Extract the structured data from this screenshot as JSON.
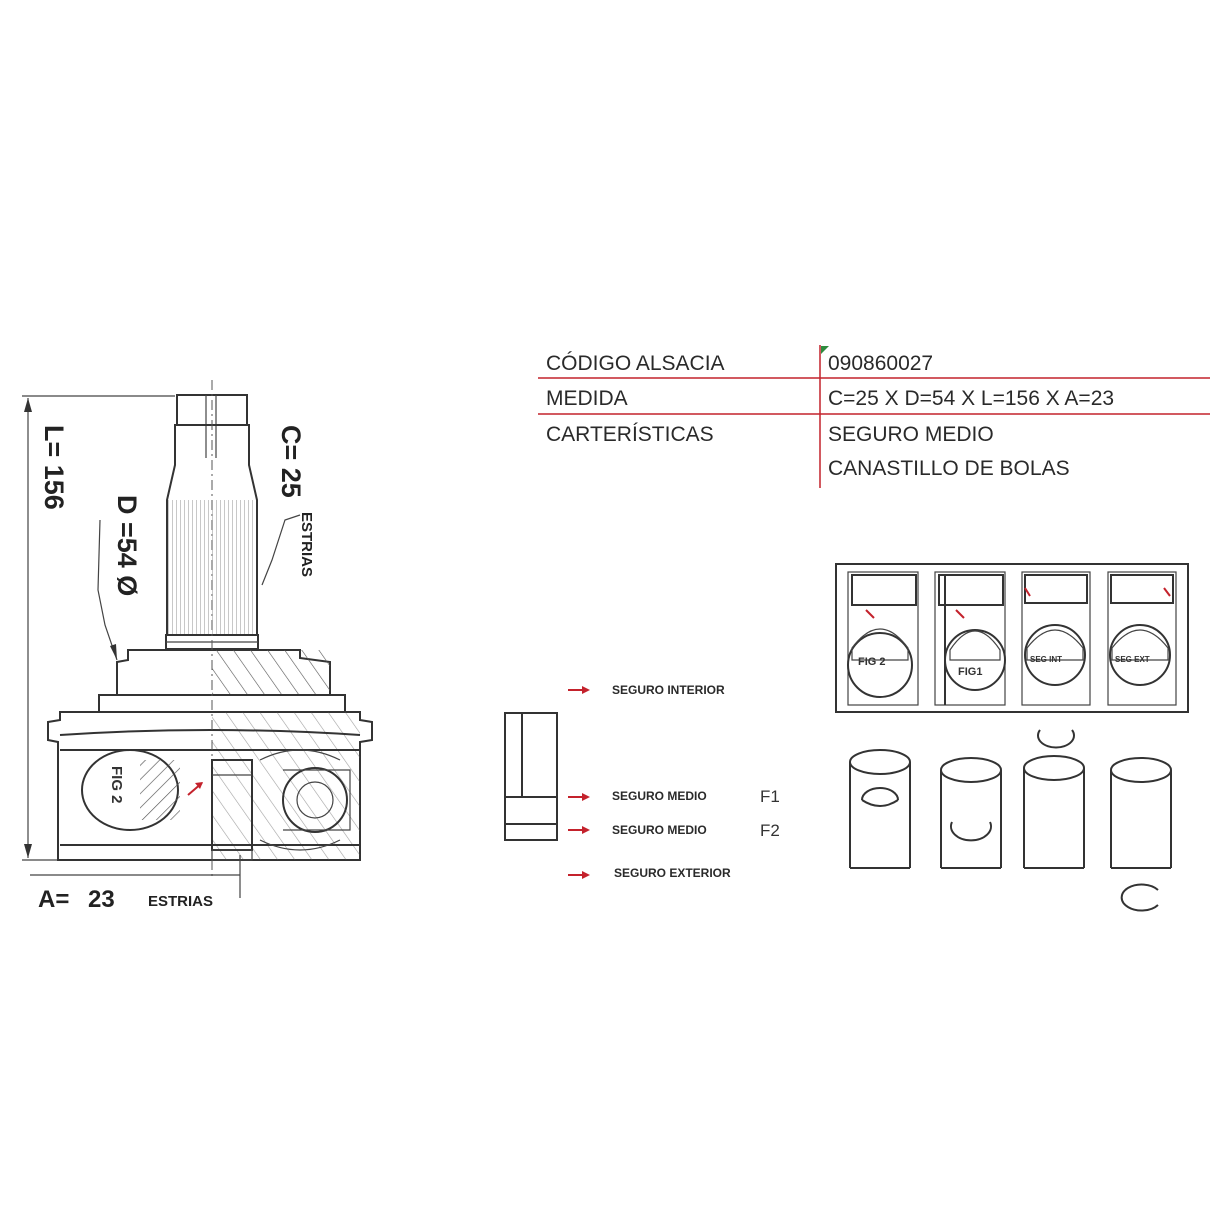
{
  "spec_table": {
    "rows": [
      {
        "label": "CÓDIGO ALSACIA",
        "value": "090860027"
      },
      {
        "label": "MEDIDA",
        "value": "C=25  X D=54 X L=156 X A=23"
      },
      {
        "label": "CARTERÍSTICAS",
        "value": "SEGURO MEDIO"
      },
      {
        "label": "",
        "value": "CANASTILLO DE BOLAS"
      }
    ],
    "line_color": "#c4222c"
  },
  "dimensions": {
    "L": "L= 156",
    "C": "C= 25",
    "C_unit": "ESTRIAS",
    "D": "D =54 Ø",
    "A": "A=",
    "A_value": "23",
    "A_unit": "ESTRIAS",
    "fig_label": "FIG 2"
  },
  "lock_legend": {
    "items": [
      {
        "text": "SEGURO INTERIOR",
        "suffix": ""
      },
      {
        "text": "SEGURO MEDIO",
        "suffix": "F1"
      },
      {
        "text": "SEGURO MEDIO",
        "suffix": "F2"
      },
      {
        "text": "SEGURO EXTERIOR",
        "suffix": ""
      }
    ],
    "arrow_color": "#c4222c"
  },
  "figure_panel": {
    "labels": [
      "FIG 2",
      "FIG1",
      "SEG INT",
      "SEG EXT"
    ]
  }
}
